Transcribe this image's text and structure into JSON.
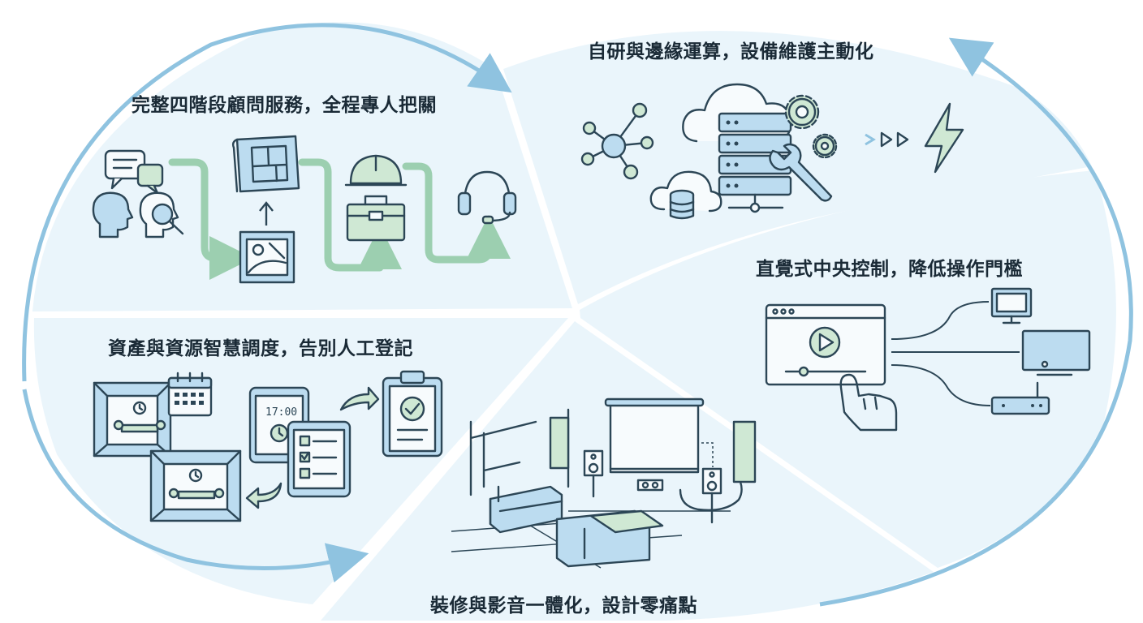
{
  "sections": {
    "consulting": {
      "title": "完整四階段顧問服務，全程專人把關"
    },
    "edge_computing": {
      "title": "自研與邊緣運算，設備維護主動化"
    },
    "central_control": {
      "title": "直覺式中央控制，降低操作門檻"
    },
    "asset_scheduling": {
      "title": "資產與資源智慧調度，告別人工登記"
    },
    "av_integration": {
      "title": "裝修與影音一體化，設計零痛點"
    }
  },
  "tablet_time": "17:00",
  "colors": {
    "panel_fill": "#e9f4fa",
    "cycle_arrow": "#8fc3e0",
    "line_ink": "#2c4656",
    "accent_blue": "#bcdcf0",
    "accent_green": "#cfe8d4"
  },
  "icons": [
    "speech-bubbles-icon",
    "person-head-icon",
    "magnifier-head-icon",
    "blueprint-icon",
    "photo-frame-icon",
    "hard-hat-icon",
    "toolbox-icon",
    "headset-icon",
    "network-nodes-icon",
    "cloud-server-icon",
    "gear-icon",
    "wrench-icon",
    "database-cloud-icon",
    "arrows-icon",
    "lightning-icon",
    "player-window-icon",
    "hand-pointer-icon",
    "monitor-icon",
    "tv-icon",
    "router-icon",
    "meeting-room-icon",
    "calendar-icon",
    "tablet-clock-icon",
    "checklist-tablet-icon",
    "clipboard-check-icon",
    "living-room-icon",
    "projector-screen-icon",
    "speaker-icon"
  ]
}
